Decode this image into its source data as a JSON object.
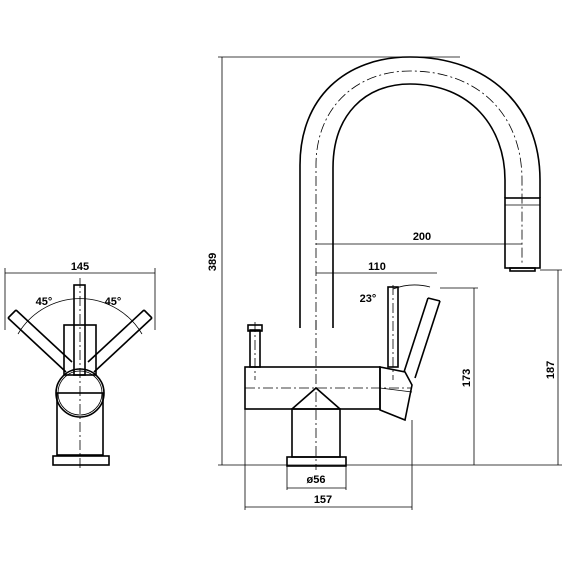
{
  "dimensions": {
    "width_side": "145",
    "angle_left": "45°",
    "angle_right": "45°",
    "overall_height": "389",
    "spout_reach": "200",
    "lever_offset": "110",
    "lever_angle": "23°",
    "outlet_height": "173",
    "spout_outlet_height": "187",
    "base_diameter": "ø56",
    "body_width": "157"
  }
}
